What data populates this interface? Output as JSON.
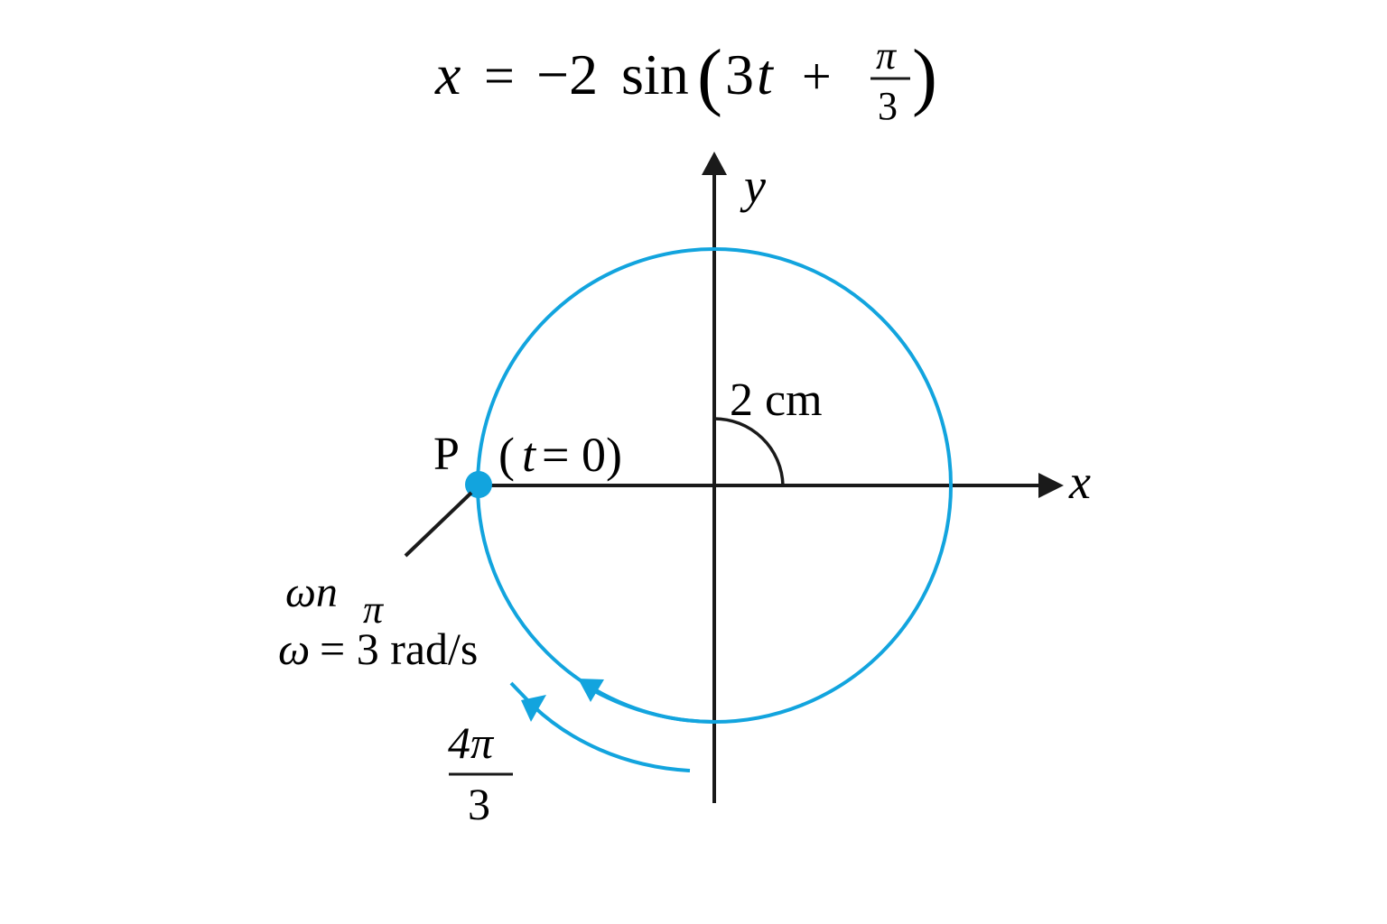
{
  "equation": {
    "lhs": "x",
    "equals": "=",
    "minus_coef": "−2",
    "func": "sin",
    "open_paren": "(",
    "arg_term": "3",
    "arg_var": "t",
    "plus": "+",
    "frac_num": "π",
    "frac_den": "3",
    "close_paren": ")"
  },
  "axes": {
    "x_label": "x",
    "y_label": "y"
  },
  "circle": {
    "radius_label": "2 cm",
    "color": "#12a4de"
  },
  "point": {
    "label": "P",
    "time_label_open": "(",
    "time_label_var": "t",
    "time_label_rest": " = 0)"
  },
  "annotations": {
    "garbled_text": "ωn",
    "pi_symbol": "π",
    "omega_label": "ω",
    "omega_value": "= 3 rad/s",
    "angle_num": "4π",
    "angle_den": "3"
  },
  "colors": {
    "ink": "#1a1a1a",
    "accent": "#12a4de",
    "background": "#ffffff"
  }
}
